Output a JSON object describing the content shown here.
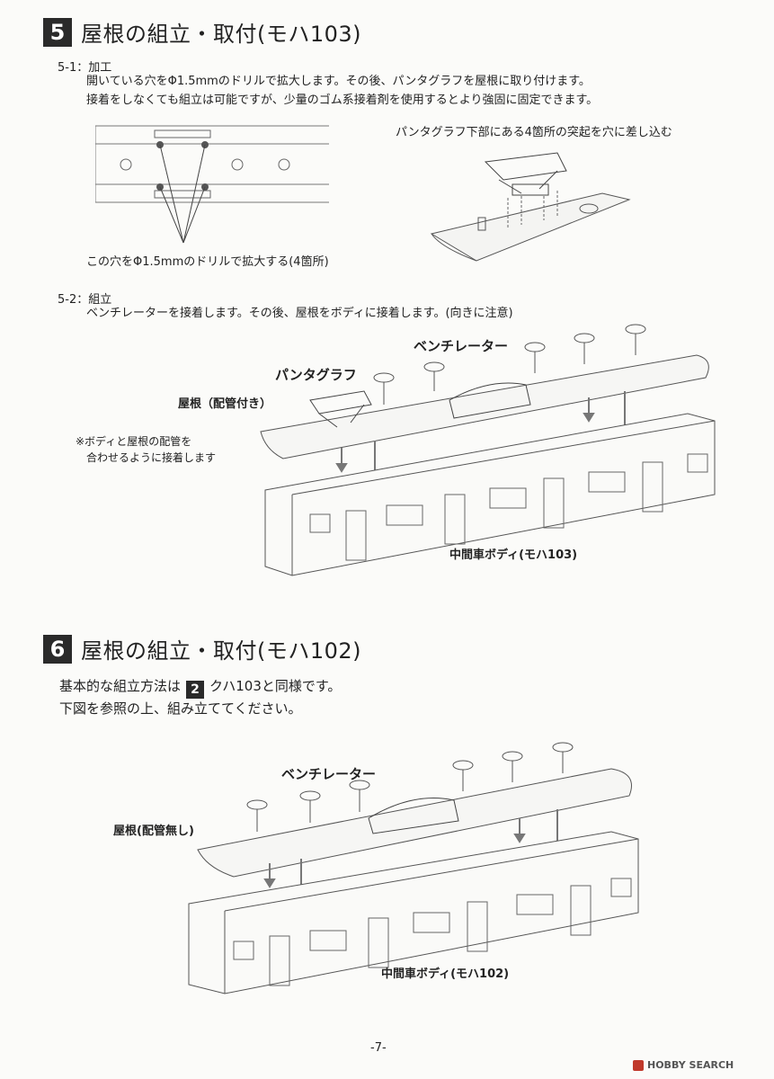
{
  "section5": {
    "number": "5",
    "title": "屋根の組立・取付(モハ103)",
    "step1": {
      "label": "5-1：加工",
      "line1": "開いている穴をΦ1.5mmのドリルで拡大します。その後、パンタグラフを屋根に取り付けます。",
      "line2": "接着をしなくても組立は可能ですが、少量のゴム系接着剤を使用するとより強固に固定できます。",
      "caption_holes": "この穴をΦ1.5mmのドリルで拡大する(4箇所)",
      "caption_pantograph": "パンタグラフ下部にある4箇所の突起を穴に差し込む"
    },
    "step2": {
      "label": "5-2：組立",
      "line1": "ベンチレーターを接着します。その後、屋根をボディに接着します。(向きに注意)",
      "label_ventilator": "ベンチレーター",
      "label_pantograph": "パンタグラフ",
      "label_roof": "屋根（配管付き）",
      "note_line1": "※ボディと屋根の配管を",
      "note_line2": "合わせるように接着します",
      "label_body": "中間車ボディ(モハ103)"
    }
  },
  "section6": {
    "number": "6",
    "title": "屋根の組立・取付(モハ102)",
    "line1_before": "基本的な組立方法は",
    "line1_ref": "2",
    "line1_after": "クハ103と同様です。",
    "line2": "下図を参照の上、組み立ててください。",
    "label_ventilator": "ベンチレーター",
    "label_roof": "屋根(配管無し)",
    "label_body": "中間車ボディ(モハ102)"
  },
  "footer": {
    "page_number": "-7-",
    "logo_text": "HOBBY SEARCH"
  }
}
